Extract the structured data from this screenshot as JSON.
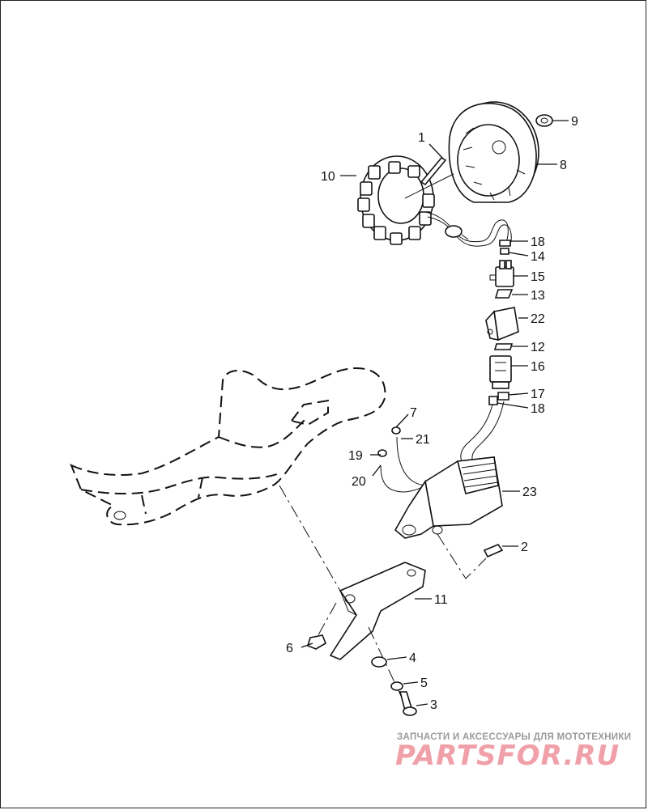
{
  "callouts": [
    {
      "id": "c1",
      "label": "1"
    },
    {
      "id": "c2",
      "label": "2"
    },
    {
      "id": "c3",
      "label": "3"
    },
    {
      "id": "c4",
      "label": "4"
    },
    {
      "id": "c5",
      "label": "5"
    },
    {
      "id": "c6",
      "label": "6"
    },
    {
      "id": "c7",
      "label": "7"
    },
    {
      "id": "c8",
      "label": "8"
    },
    {
      "id": "c9",
      "label": "9"
    },
    {
      "id": "c10",
      "label": "10"
    },
    {
      "id": "c11",
      "label": "11"
    },
    {
      "id": "c12",
      "label": "12"
    },
    {
      "id": "c13",
      "label": "13"
    },
    {
      "id": "c14",
      "label": "14"
    },
    {
      "id": "c15",
      "label": "15"
    },
    {
      "id": "c16",
      "label": "16"
    },
    {
      "id": "c17",
      "label": "17"
    },
    {
      "id": "c18a",
      "label": "18"
    },
    {
      "id": "c18b",
      "label": "18"
    },
    {
      "id": "c19",
      "label": "19"
    },
    {
      "id": "c20",
      "label": "20"
    },
    {
      "id": "c21",
      "label": "21"
    },
    {
      "id": "c22",
      "label": "22"
    },
    {
      "id": "c23",
      "label": "23"
    }
  ],
  "watermark": {
    "tagline": "ЗАПЧАСТИ И АКСЕССУАРЫ ДЛЯ МОТОТЕХНИКИ",
    "logo": "PARTSFOR.RU"
  },
  "colors": {
    "line": "#111111",
    "watermark_tag": "#9a9a9a",
    "watermark_logo": "#f0a0a8"
  }
}
